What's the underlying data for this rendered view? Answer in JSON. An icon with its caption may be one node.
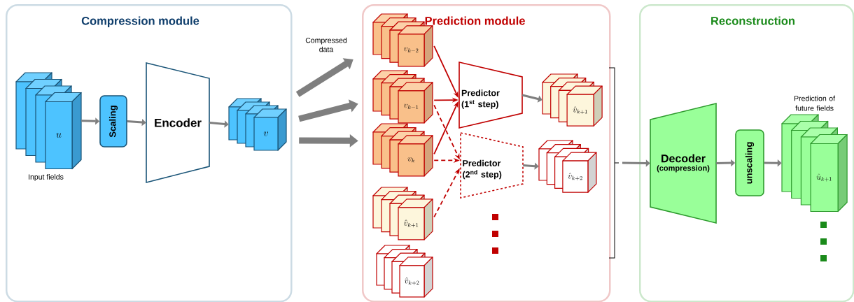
{
  "diagram": {
    "nodes": [
      {
        "text": [
          "Compression module"
        ]
      },
      {
        "text": [
          "u"
        ],
        "beside": [
          "Input fields"
        ],
        "in": 0
      },
      {
        "text": [
          "Scaling"
        ],
        "in": 0
      },
      {
        "text": [
          "Encoder"
        ],
        "in": 0
      },
      {
        "text": [
          "v"
        ],
        "in": 0
      },
      {
        "text": [
          "Prediction module"
        ]
      },
      {
        "text": [
          "v_{k-2}"
        ],
        "in": 5
      },
      {
        "text": [
          "v_{k-1}"
        ],
        "in": 5
      },
      {
        "text": [
          "v_{k}"
        ],
        "in": 5
      },
      {
        "text": [
          "\\hat{v}_{k+1}"
        ],
        "in": 5
      },
      {
        "text": [
          "\\hat{v}_{k+2}"
        ],
        "in": 5
      },
      {
        "text": [
          "Predictor (1$^{st}$ step)"
        ],
        "in": 5
      },
      {
        "text": [
          "Predictor (2$^{nd}$ step)"
        ],
        "in": 5
      },
      {
        "text": [
          "\\hat{v}_{k+1}"
        ],
        "in": 5
      },
      {
        "text": [
          "\\hat{v}_{k+2}"
        ],
        "in": 5
      },
      {
        "text": [
          "Reconstruction"
        ]
      },
      {
        "text": [
          "Decoder",
          "(compression)"
        ],
        "in": 15
      },
      {
        "text": [
          "unscaling"
        ],
        "in": 15
      },
      {
        "text": [
          "\\hat{u}_{k+1}"
        ],
        "beside": [
          "Prediction of future fields"
        ],
        "in": 15
      }
    ],
    "edges": [
      {
        "from": 1,
        "to": 2,
        "arrow": "to"
      },
      {
        "from": 2,
        "to": 3,
        "arrow": "to"
      },
      {
        "from": 3,
        "to": 4,
        "arrow": "to"
      },
      {
        "from": 4,
        "to": 6,
        "arrow": "to",
        "style": "thick",
        "label": "Compressed data"
      },
      {
        "from": 4,
        "to": 7,
        "arrow": "to",
        "style": "thick"
      },
      {
        "from": 4,
        "to": 8,
        "arrow": "to",
        "style": "thick"
      },
      {
        "from": 6,
        "to": 11,
        "arrow": "to",
        "color": "#c00000"
      },
      {
        "from": 7,
        "to": 11,
        "arrow": "to",
        "color": "#c00000"
      },
      {
        "from": 8,
        "to": 11,
        "arrow": "to",
        "color": "#c00000"
      },
      {
        "from": 7,
        "to": 12,
        "arrow": "to",
        "style": "dashed",
        "color": "#c00000"
      },
      {
        "from": 8,
        "to": 12,
        "arrow": "to",
        "style": "dashed",
        "color": "#c00000"
      },
      {
        "from": 9,
        "to": 12,
        "arrow": "to",
        "style": "dashed",
        "color": "#c00000"
      },
      {
        "from": 11,
        "to": 13,
        "arrow": "to"
      },
      {
        "from": 12,
        "to": 14,
        "arrow": "to"
      },
      {
        "from": null,
        "to": 16,
        "arrow": "to"
      },
      {
        "from": 16,
        "to": 17,
        "arrow": "to"
      },
      {
        "from": 17,
        "to": 18,
        "arrow": "to"
      }
    ]
  }
}
